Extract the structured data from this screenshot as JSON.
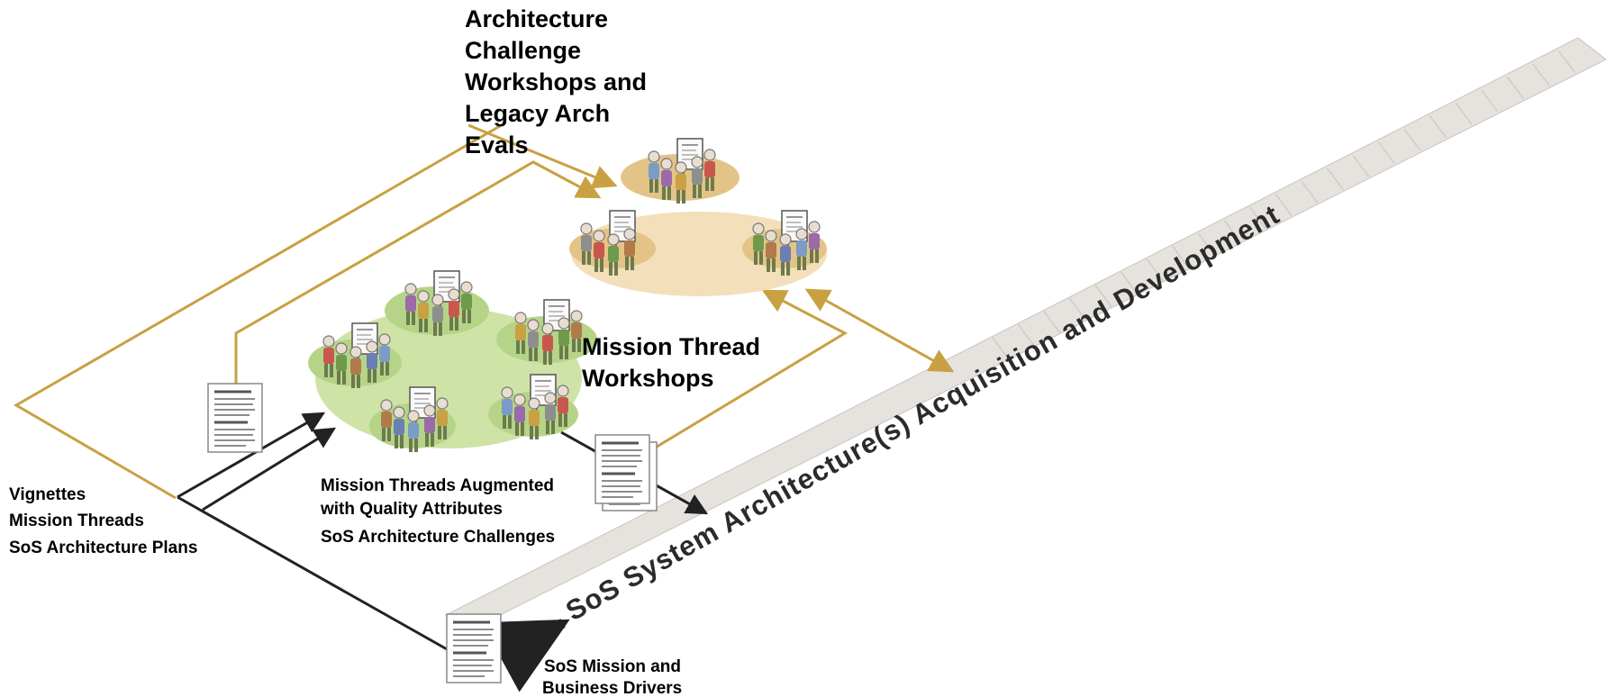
{
  "labels": {
    "arch_challenge_title": [
      "Architecture",
      "Challenge",
      "Workshops and",
      "Legacy Arch",
      "Evals"
    ],
    "mission_thread_title": [
      "Mission Thread",
      "Workshops"
    ],
    "inputs": [
      "Vignettes",
      "Mission Threads",
      "SoS Architecture Plans"
    ],
    "augmented": [
      "Mission Threads Augmented",
      "with Quality Attributes",
      "SoS Architecture Challenges"
    ],
    "drivers": [
      "SoS Mission and",
      "Business Drivers"
    ],
    "ribbon": "SoS System Architecture(s) Acquisition and Development"
  },
  "colors": {
    "gold_line": "#c9a042",
    "green_group": "#cfe3a6",
    "green_pad": "#b5d487",
    "tan_group": "#f3dfba",
    "tan_pad": "#e3c486",
    "ribbon": "#e6e3df",
    "dark_arrow": "#222222"
  }
}
